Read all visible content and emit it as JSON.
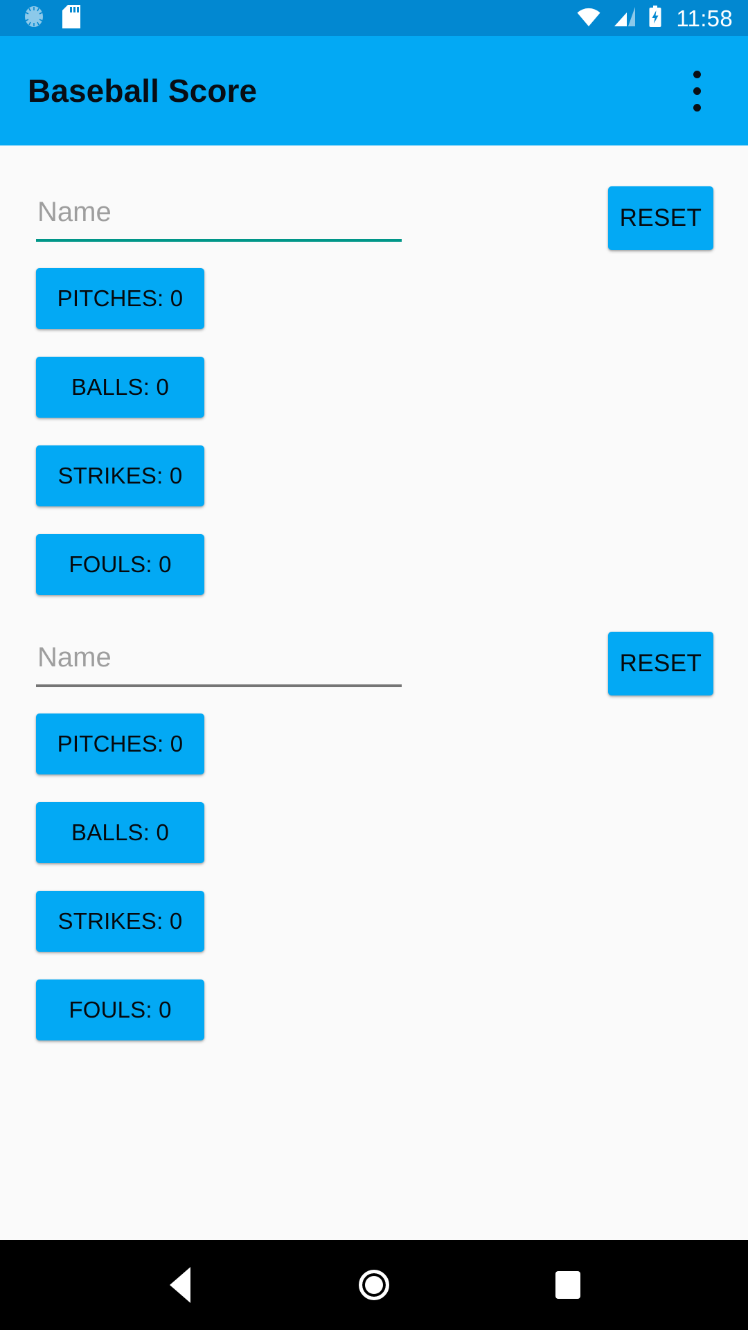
{
  "status_bar": {
    "background": "#0288D1",
    "clock": "11:58",
    "left_icons": [
      {
        "name": "sync-progress-icon"
      },
      {
        "name": "sd-card-icon"
      }
    ],
    "right_icons": [
      {
        "name": "wifi-icon"
      },
      {
        "name": "cellular-signal-icon"
      },
      {
        "name": "battery-charging-icon"
      }
    ]
  },
  "app_bar": {
    "title": "Baseball Score",
    "background": "#03A9F4",
    "title_color": "#080D14",
    "overflow_menu": "overflow-menu-icon"
  },
  "theme": {
    "page_background": "#FAFAFA",
    "button_background": "#03A9F4",
    "button_text": "#06090D",
    "focused_underline": "#009688",
    "unfocused_underline": "#757575",
    "placeholder_color": "#9E9E9E",
    "nav_bar_background": "#000000"
  },
  "players": [
    {
      "name_value": "",
      "name_placeholder": "Name",
      "underline_state": "focused",
      "reset_label": "RESET",
      "stats": [
        {
          "key": "pitches",
          "label": "PITCHES: 0",
          "count": 0
        },
        {
          "key": "balls",
          "label": "BALLS: 0",
          "count": 0
        },
        {
          "key": "strikes",
          "label": "STRIKES: 0",
          "count": 0
        },
        {
          "key": "fouls",
          "label": "FOULS: 0",
          "count": 0
        }
      ]
    },
    {
      "name_value": "",
      "name_placeholder": "Name",
      "underline_state": "unfocused",
      "reset_label": "RESET",
      "stats": [
        {
          "key": "pitches",
          "label": "PITCHES: 0",
          "count": 0
        },
        {
          "key": "balls",
          "label": "BALLS: 0",
          "count": 0
        },
        {
          "key": "strikes",
          "label": "STRIKES: 0",
          "count": 0
        },
        {
          "key": "fouls",
          "label": "FOULS: 0",
          "count": 0
        }
      ]
    }
  ],
  "nav_bar": {
    "buttons": [
      {
        "name": "back-icon"
      },
      {
        "name": "home-icon"
      },
      {
        "name": "recents-icon"
      }
    ]
  }
}
